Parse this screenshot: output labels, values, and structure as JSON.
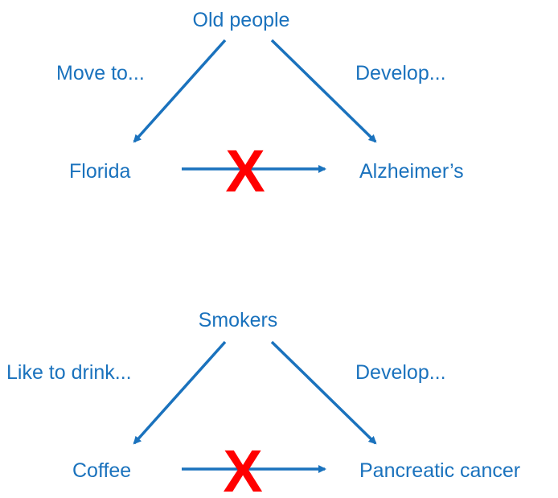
{
  "colors": {
    "arrow": "#1a72bd",
    "cross": "#ff0000"
  },
  "diagrams": [
    {
      "top": "Old people",
      "left_edge": "Move to...",
      "right_edge": "Develop...",
      "left": "Florida",
      "right": "Alzheimer’s",
      "cross": "X"
    },
    {
      "top": "Smokers",
      "left_edge": "Like to drink...",
      "right_edge": "Develop...",
      "left": "Coffee",
      "right": "Pancreatic cancer",
      "cross": "X"
    }
  ]
}
